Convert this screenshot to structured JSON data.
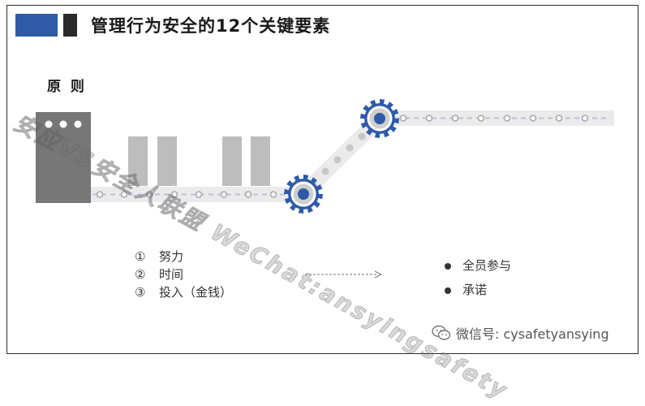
{
  "title": "管理行为安全的12个关键要素",
  "heading": "原 则",
  "inputs": [
    {
      "num": "①",
      "label": "努力"
    },
    {
      "num": "②",
      "label": "时间"
    },
    {
      "num": "③",
      "label": "投入（金钱）"
    }
  ],
  "outcomes": [
    "全员参与",
    "承诺"
  ],
  "footer": {
    "icon": "wechat-icon",
    "text": "微信号: cysafetyansying"
  },
  "watermark": "安应VS安全人联盟 WeChat:ansyingsafety",
  "colors": {
    "blue": "#2e5aa8",
    "dark": "#2a2a2a",
    "gear": "#2e5aa8",
    "bar_gray": "#bdbdbd",
    "block_gray": "#777777"
  }
}
